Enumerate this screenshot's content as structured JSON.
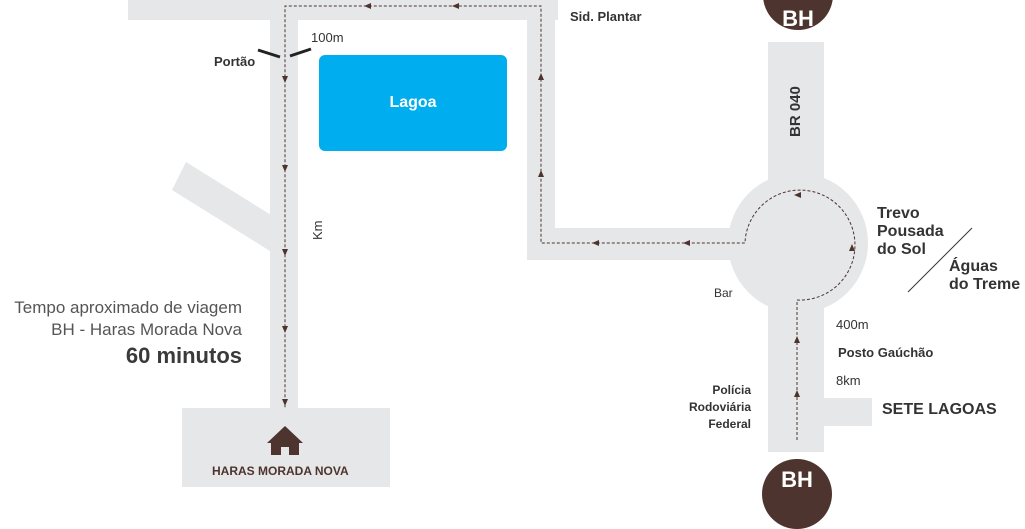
{
  "map": {
    "colors": {
      "road": "#e6e7e8",
      "route": "#4e342e",
      "lake": "#00aeef",
      "pin": "#4e342e",
      "text": "#333333"
    },
    "labels": {
      "sid_plantar": "Sid. Plantar",
      "distance_100m": "100m",
      "portao": "Portão",
      "lagoa": "Lagoa",
      "km": "Km",
      "br_040": "BR 040",
      "trevo": [
        "Trevo",
        "Pousada",
        "do Sol"
      ],
      "aguas": [
        "Águas",
        "do Treme"
      ],
      "bar": "Bar",
      "distance_400m": "400m",
      "posto": "Posto Gaúchão",
      "distance_8km": "8km",
      "sete_lagoas": "SETE LAGOAS",
      "policia": [
        "Polícia",
        "Rodoviária",
        "Federal"
      ],
      "haras": "HARAS MORADA NOVA"
    },
    "pins": {
      "top": "BH",
      "bottom": "BH"
    },
    "trip": {
      "line1": "Tempo aproximado de viagem",
      "line2": "BH - Haras Morada Nova",
      "duration": "60 minutos"
    },
    "icons": [
      "home-icon"
    ]
  }
}
